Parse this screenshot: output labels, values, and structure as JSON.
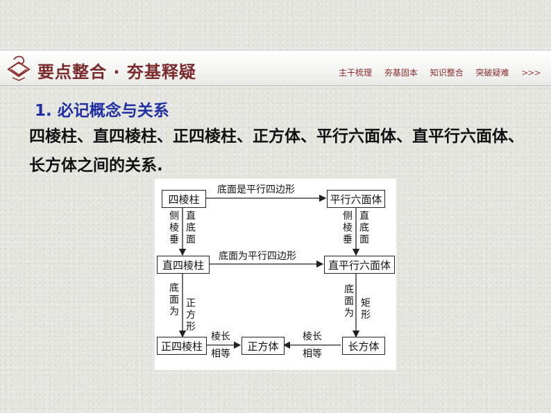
{
  "header": {
    "title": "要点整合 · 夯基释疑",
    "nav": [
      "主干梳理",
      "夯基固本",
      "知识整合",
      "突破疑难"
    ],
    "nav_arrows": ">>>"
  },
  "section": {
    "title": "1. 必记概念与关系",
    "text": "四棱柱、直四棱柱、正四棱柱、正方体、平行六面体、直平行六面体、长方体之间的关系."
  },
  "diagram": {
    "nodes": {
      "n1": "四棱柱",
      "n2": "平行六面体",
      "n3": "直四棱柱",
      "n4": "直平行六面体",
      "n5": "正四棱柱",
      "n6": "正方体",
      "n7": "长方体"
    },
    "edges": {
      "e1": "底面是平行四边形",
      "e2": "底面为平行四边形",
      "e3_left": "侧棱垂",
      "e3_right": "直底面",
      "e4_left": "侧棱垂",
      "e4_right": "直底面",
      "e5_left": "底面为",
      "e5_right": "正方形",
      "e6_left": "底面为",
      "e6_right": "矩形",
      "e7_top": "棱长",
      "e7_bottom": "相等",
      "e8_top": "棱长",
      "e8_bottom": "相等"
    }
  },
  "colors": {
    "header_title": "#7a2a2a",
    "section_title": "#1f2fa3",
    "nav": "#8a2b2b"
  }
}
